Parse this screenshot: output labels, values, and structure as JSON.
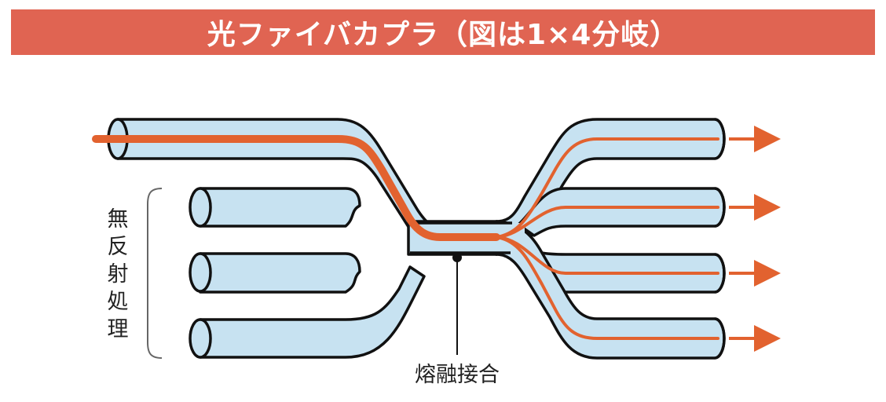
{
  "title": "光ファイバカプラ（図は1×4分岐）",
  "labels": {
    "left_vertical": [
      "無",
      "反",
      "射",
      "処",
      "理"
    ],
    "fusion": "熔融接合"
  },
  "colors": {
    "title_bar": "#e06452",
    "fiber_tube": "#c7e2f1",
    "fiber_core": "#e2622f",
    "outline": "#111111"
  }
}
